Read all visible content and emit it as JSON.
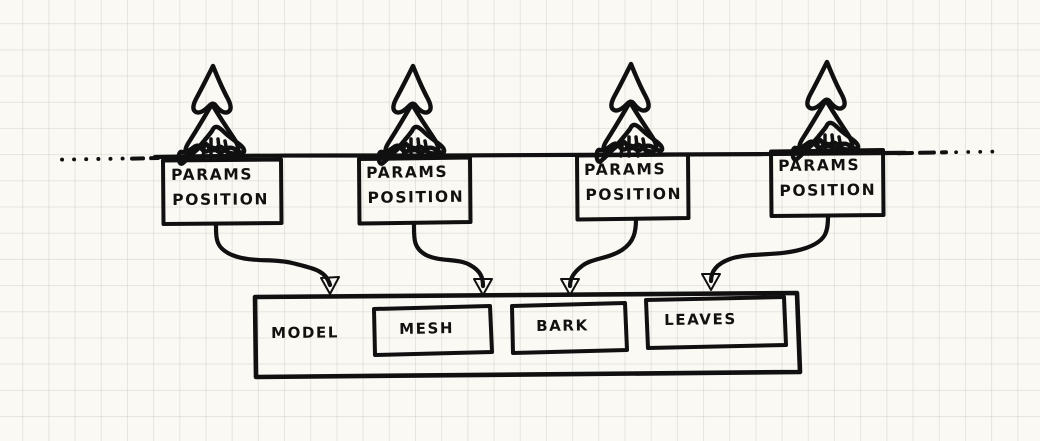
{
  "diagram": {
    "title": "tree instancing scene graph sketch",
    "style": "hand-drawn pen sketch on graph paper",
    "colors": {
      "ink": "#111010",
      "paper": "#faf9f4",
      "grid": "#96968c"
    },
    "ground_line": {
      "name": "ground-line",
      "description": "horizontal terrain line fading into dots at both ends"
    },
    "instances": [
      {
        "id": "instance-1",
        "tree_icon": "pine-tree-icon",
        "line1": "PARAMS",
        "line2": "POSITION",
        "arrow_direction": "down-right"
      },
      {
        "id": "instance-2",
        "tree_icon": "pine-tree-icon",
        "line1": "PARAMS",
        "line2": "POSITION",
        "arrow_direction": "down-right"
      },
      {
        "id": "instance-3",
        "tree_icon": "pine-tree-icon",
        "line1": "PARAMS",
        "line2": "POSITION",
        "arrow_direction": "down-left"
      },
      {
        "id": "instance-4",
        "tree_icon": "pine-tree-icon",
        "line1": "PARAMS",
        "line2": "POSITION",
        "arrow_direction": "down-left"
      }
    ],
    "model": {
      "label": "MODEL",
      "resources": [
        {
          "id": "resource-mesh",
          "label": "MESH"
        },
        {
          "id": "resource-bark",
          "label": "BARK"
        },
        {
          "id": "resource-leaves",
          "label": "LEAVES"
        }
      ]
    }
  }
}
